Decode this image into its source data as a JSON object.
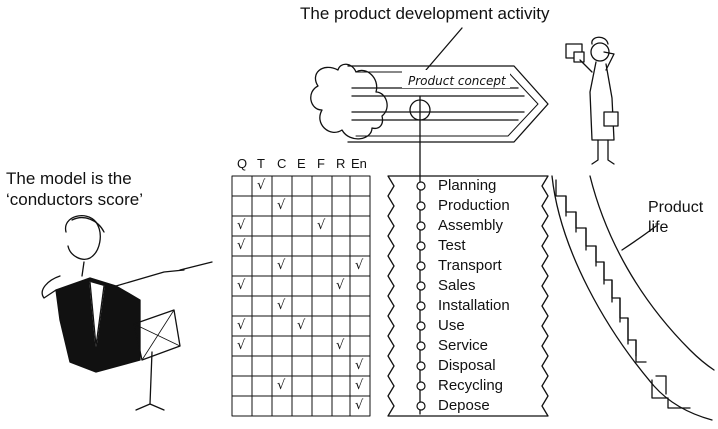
{
  "title": "The product development activity",
  "model_label_line1": "The model is the",
  "model_label_line2": "‘conductors score’",
  "concept_label": "Product concept",
  "product_life_line1": "Product",
  "product_life_line2": "life",
  "columns": [
    "Q",
    "T",
    "C",
    "E",
    "F",
    "R",
    "En"
  ],
  "stages": [
    "Planning",
    "Production",
    "Assembly",
    "Test",
    "Transport",
    "Sales",
    "Installation",
    "Use",
    "Service",
    "Disposal",
    "Recycling",
    "Depose"
  ],
  "tick_glyph": "√",
  "checks": [
    [
      1
    ],
    [
      2
    ],
    [
      0,
      4
    ],
    [
      0
    ],
    [
      2,
      6
    ],
    [
      0,
      5
    ],
    [
      2
    ],
    [
      0,
      3
    ],
    [
      0,
      5
    ],
    [
      6
    ],
    [
      2,
      6
    ],
    [
      6
    ]
  ],
  "icons": {
    "cloud": "cloud-icon",
    "arrow": "concept-arrow-icon",
    "inventor": "inventor-figure-icon",
    "conductor": "conductor-figure-icon",
    "stand": "music-stand-icon",
    "stairs": "stairs-icon"
  },
  "colors": {
    "ink": "#111111",
    "paper": "#ffffff"
  }
}
